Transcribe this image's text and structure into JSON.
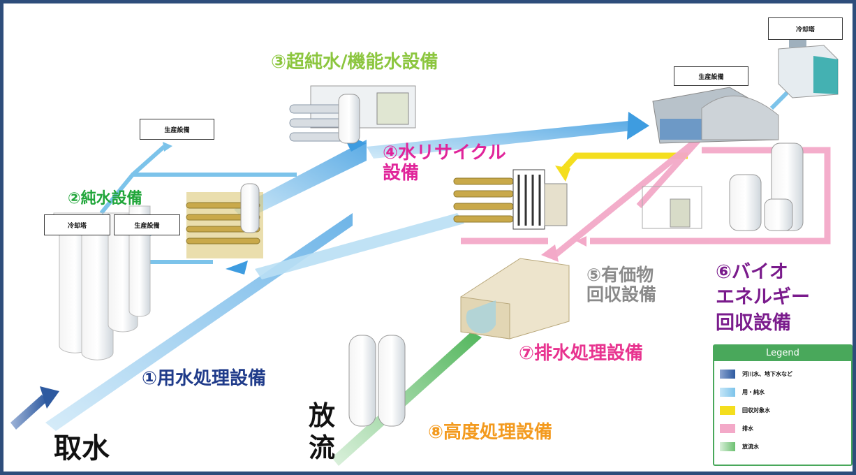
{
  "labels": {
    "intake": "取水",
    "discharge": "放流",
    "water_treatment": "①用水処理設備",
    "pure_water": "②純水設備",
    "ultrapure_water": "③超純水/機能水設備",
    "water_recycle_line1": "④水リサイクル",
    "water_recycle_line2": "設備",
    "valuables_line1": "⑤有価物",
    "valuables_line2": "回収設備",
    "bio_line1": "⑥バイオ",
    "bio_line2": "エネルギー",
    "bio_line3": "回収設備",
    "wastewater": "⑦排水処理設備",
    "advanced": "⑧高度処理設備"
  },
  "boxes": {
    "production_top_left": "生産設備",
    "cooling_tower_left": "冷却塔",
    "production_left": "生産設備",
    "production_right": "生産設備",
    "cooling_tower_right": "冷却塔"
  },
  "legend": {
    "title": "Legend",
    "items": [
      {
        "label": "河川水、地下水など",
        "color": "#2e5aa0"
      },
      {
        "label": "用・純水",
        "color": "#7cc3ea"
      },
      {
        "label": "回収対象水",
        "color": "#f4de1e"
      },
      {
        "label": "排水",
        "color": "#f3a9c8"
      },
      {
        "label": "放流水",
        "color": "#6cc070"
      }
    ]
  },
  "colors": {
    "frame": "#2e4d7b",
    "intake_water": "#2e5aa0",
    "process_water": "#7cc3ea",
    "recovery_water": "#f4de1e",
    "wastewater": "#f3a9c8",
    "discharge_water": "#6cc070",
    "label_navy": "#1f3b8a",
    "label_green": "#21a63a",
    "label_lightgreen": "#8cc63f",
    "label_magenta": "#e0249a",
    "label_gray": "#8a8a8a",
    "label_purple": "#7a1b8c",
    "label_pink": "#e8338f",
    "label_orange": "#f39a1e"
  }
}
